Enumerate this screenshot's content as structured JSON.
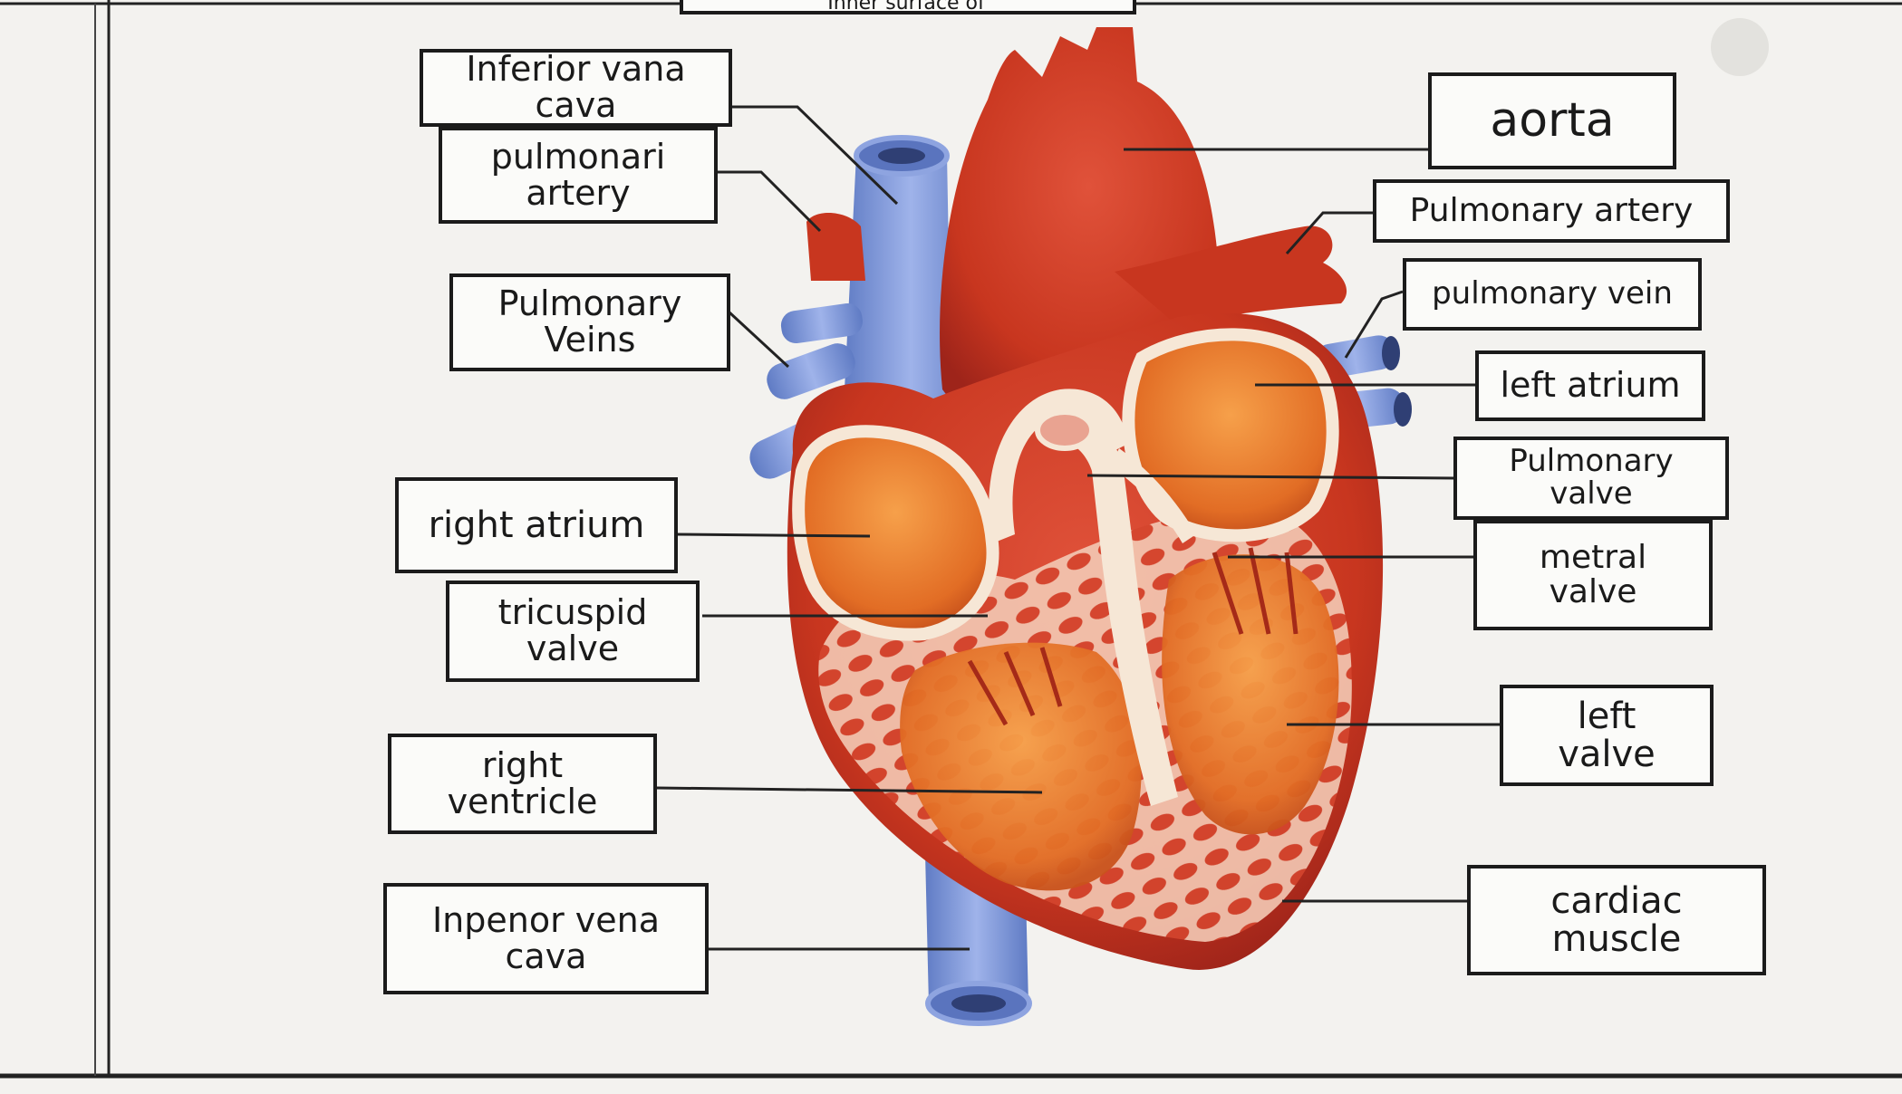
{
  "title_fragment": "Inner surface of",
  "labels": {
    "tl1": "Inferior vana cava",
    "tl2": "pulmonari\nartery",
    "tl3": "Pulmonary\nVeins",
    "tl4": "right atrium",
    "tl5": "tricuspid\nvalve",
    "tl6": "right\nventricle",
    "tl7": "Inpenor vena cava",
    "tr1": "aorta",
    "tr2": "Pulmonary artery",
    "tr3": "pulmonary vein",
    "tr4": "left atrium",
    "tr5": "Pulmonary\nvalve",
    "tr6": "metral\nvalve",
    "tr7": "left\nvalve",
    "tr8": "cardiac\nmuscle"
  },
  "colors": {
    "paper": "#f3f2ef",
    "ink": "#1b1b1b",
    "muscle": "#d8402e",
    "muscle_dark": "#b32a1f",
    "chamber": "#ee7d2c",
    "vein_blue": "#7f97d6",
    "wall_cream": "#f6e7d6"
  }
}
